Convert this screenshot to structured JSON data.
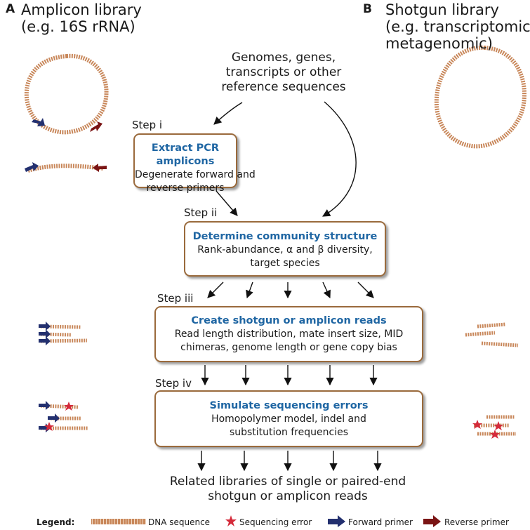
{
  "panel_a": {
    "letter": "A",
    "title": "Amplicon library\n(e.g. 16S rRNA)"
  },
  "panel_b": {
    "letter": "B",
    "title": "Shotgun library\n(e.g. transcriptomic,\nmetagenomic)"
  },
  "input_text": "Genomes, genes,\ntranscripts or other\nreference sequences",
  "steps": [
    {
      "label": "Step i",
      "title": "Extract PCR amplicons",
      "body": "Degenerate forward and\nreverse primers"
    },
    {
      "label": "Step ii",
      "title": "Determine community structure",
      "body": "Rank-abundance, α and β diversity,\ntarget species"
    },
    {
      "label": "Step iii",
      "title": "Create shotgun or amplicon reads",
      "body": "Read length distribution, mate insert size, MID\nchimeras, genome length or gene copy bias"
    },
    {
      "label": "Step iv",
      "title": "Simulate sequencing errors",
      "body": "Homopolymer model, indel and\nsubstitution frequencies"
    }
  ],
  "output_text": "Related libraries of single or paired-end\nshotgun or amplicon reads",
  "legend": {
    "title": "Legend:",
    "items": [
      {
        "label": "DNA sequence",
        "icon": "dna-strand",
        "color": "#c8875a"
      },
      {
        "label": "Sequencing error",
        "icon": "red-star",
        "color": "#d42a3a"
      },
      {
        "label": "Forward primer",
        "icon": "blue-arrow",
        "color": "#23306f"
      },
      {
        "label": "Reverse primer",
        "icon": "dark-red-arrow",
        "color": "#7a1414"
      }
    ]
  },
  "colors": {
    "dna": "#c8875a",
    "dna_dark": "#8e5a33",
    "error": "#d42a3a",
    "forward": "#23306f",
    "reverse": "#7a1414",
    "box_border": "#9a6a3c",
    "box_title": "#1f66a3"
  }
}
